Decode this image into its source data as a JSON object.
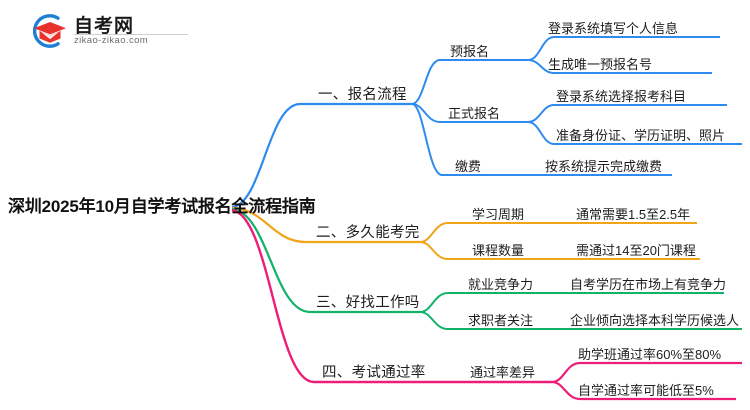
{
  "logo": {
    "name_cn": "自考网",
    "url": "zikao-zikao.com",
    "mark_arc_color": "#1E7FD4",
    "mark_cap_color": "#E8322B"
  },
  "mindmap": {
    "root": {
      "label": "深圳2025年10月自学考试报名全流程指南"
    },
    "branches": [
      {
        "label": "一、报名流程",
        "color": "#2E8BF0",
        "children": [
          {
            "label": "预报名",
            "children": [
              {
                "label": "登录系统填写个人信息"
              },
              {
                "label": "生成唯一预报名号"
              }
            ]
          },
          {
            "label": "正式报名",
            "children": [
              {
                "label": "登录系统选择报考科目"
              },
              {
                "label": "准备身份证、学历证明、照片"
              }
            ]
          },
          {
            "label": "缴费",
            "children": [
              {
                "label": "按系统提示完成缴费"
              }
            ]
          }
        ]
      },
      {
        "label": "二、多久能考完",
        "color": "#F0A417",
        "children": [
          {
            "label": "学习周期",
            "children": [
              {
                "label": "通常需要1.5至2.5年"
              }
            ]
          },
          {
            "label": "课程数量",
            "children": [
              {
                "label": "需通过14至20门课程"
              }
            ]
          }
        ]
      },
      {
        "label": "三、好找工作吗",
        "color": "#12B26B",
        "children": [
          {
            "label": "就业竞争力",
            "children": [
              {
                "label": "自考学历在市场上有竞争力"
              }
            ]
          },
          {
            "label": "求职者关注",
            "children": [
              {
                "label": "企业倾向选择本科学历候选人"
              }
            ]
          }
        ]
      },
      {
        "label": "四、考试通过率",
        "color": "#ED1E79",
        "children": [
          {
            "label": "通过率差异",
            "children": [
              {
                "label": "助学班通过率60%至80%"
              },
              {
                "label": "自学通过率可能低至5%"
              }
            ]
          }
        ]
      }
    ]
  }
}
